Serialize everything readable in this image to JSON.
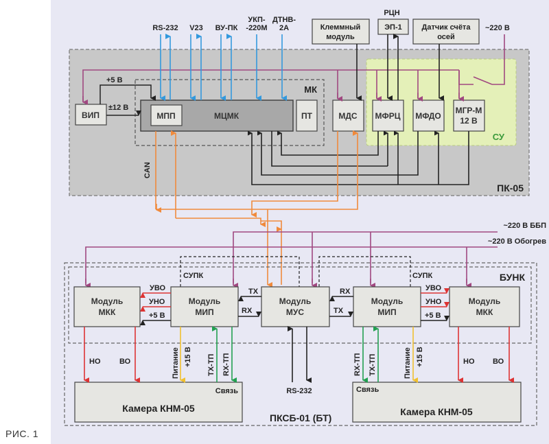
{
  "figure": {
    "caption": "РИС. 1",
    "colors": {
      "background": "#e8e8f4",
      "pk05_fill": "#c8c8c8",
      "su_fill": "#e4f0b8",
      "su_label": "#3a9a3a",
      "mcmk_fill": "#a8a8a8",
      "box_fill": "#e6e6e2",
      "interface_line": "#3399dd",
      "power_line": "#a04880",
      "can_line": "#f08a3c",
      "control_line": "#222222",
      "alarm_line": "#dd3333",
      "comm_line": "#22a050",
      "supply_line": "#f0c030"
    }
  },
  "top_interfaces": [
    {
      "label": "RS-232"
    },
    {
      "label": "V23"
    },
    {
      "label": "ВУ-ПК"
    },
    {
      "label_line1": "УКП-",
      "label_line2": "-220М"
    },
    {
      "label_line1": "ДТНВ-",
      "label_line2": "2А"
    }
  ],
  "external": {
    "terminal_module": {
      "line1": "Клеммный",
      "line2": "модуль"
    },
    "rcn_label": "РЦН",
    "ep1": "ЭП-1",
    "axle_counter": {
      "line1": "Датчик счёта",
      "line2": "осей"
    },
    "mains_220": "~220 В"
  },
  "pk05": {
    "title": "ПК-05",
    "vip": "ВИП",
    "plus5": "+5 В",
    "plus12": "±12 В",
    "mk_title": "МК",
    "mpp": "МПП",
    "mcmk": "МЦМК",
    "pt": "ПТ",
    "mds": "МДС",
    "su_title": "СУ",
    "mfrc": "МФРЦ",
    "mfdo": "МФДО",
    "mgr_line1": "МГР-М",
    "mgr_line2": "12 В",
    "can": "CAN"
  },
  "power_feeds": {
    "bbp": "~220 В ББП",
    "heating": "~220 В Обогрев"
  },
  "pksb": {
    "title": "ПКСБ-01 (БТ)",
    "bunk_title": "БУНК",
    "mkk": {
      "line1": "Модуль",
      "line2": "МКК"
    },
    "mip": {
      "line1": "Модуль",
      "line2": "МИП"
    },
    "mus": {
      "line1": "Модуль",
      "line2": "МУС"
    },
    "supk": "СУПК",
    "uvo": "УВО",
    "uno": "УНО",
    "plus5": "+5 В",
    "tx": "TX",
    "rx": "RX",
    "rs232": "RS-232",
    "no": "НО",
    "vo": "ВО",
    "power_line1": "Питание",
    "power_line2": "+15 В",
    "tx_tp": "TX-ТП",
    "rx_tp": "RX-ТП",
    "link": "Связь",
    "camera": "Камера КНМ-05"
  }
}
